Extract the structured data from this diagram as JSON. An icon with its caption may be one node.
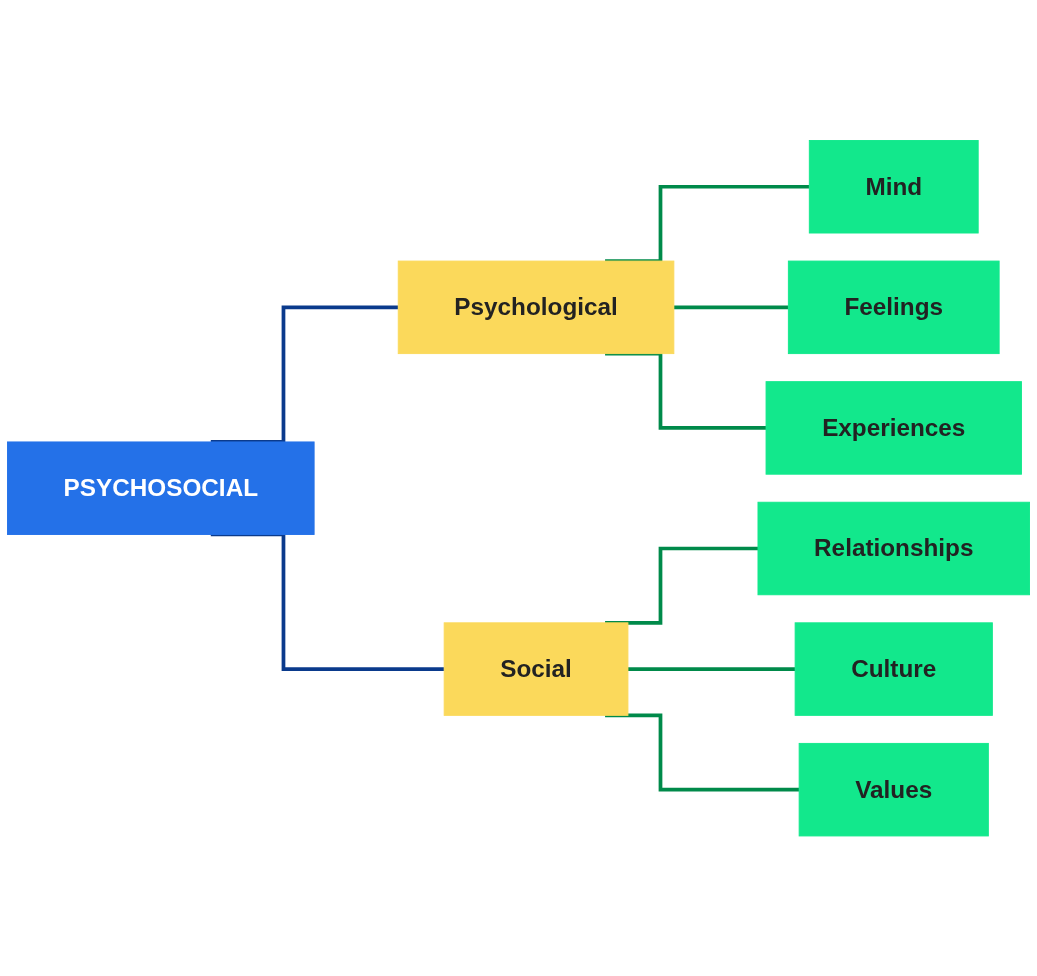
{
  "diagram": {
    "nodes": [
      {
        "text": [
          "PSYCHOSOCIAL"
        ]
      },
      {
        "text": [
          "Psychological"
        ]
      },
      {
        "text": [
          "Social"
        ]
      },
      {
        "text": [
          "Mind"
        ]
      },
      {
        "text": [
          "Feelings"
        ]
      },
      {
        "text": [
          "Experiences"
        ]
      },
      {
        "text": [
          "Relationships"
        ]
      },
      {
        "text": [
          "Culture"
        ]
      },
      {
        "text": [
          "Values"
        ]
      }
    ],
    "edges": [
      {
        "from": 0,
        "to": 1,
        "arrow": "none",
        "color": "#0a3a8c"
      },
      {
        "from": 0,
        "to": 2,
        "arrow": "none",
        "color": "#0a3a8c"
      },
      {
        "from": 1,
        "to": 3,
        "arrow": "none"
      },
      {
        "from": 1,
        "to": 4,
        "arrow": "none"
      },
      {
        "from": 1,
        "to": 5,
        "arrow": "none"
      },
      {
        "from": 2,
        "to": 6,
        "arrow": "none"
      },
      {
        "from": 2,
        "to": 7,
        "arrow": "none"
      },
      {
        "from": 2,
        "to": 8,
        "arrow": "none"
      }
    ]
  }
}
